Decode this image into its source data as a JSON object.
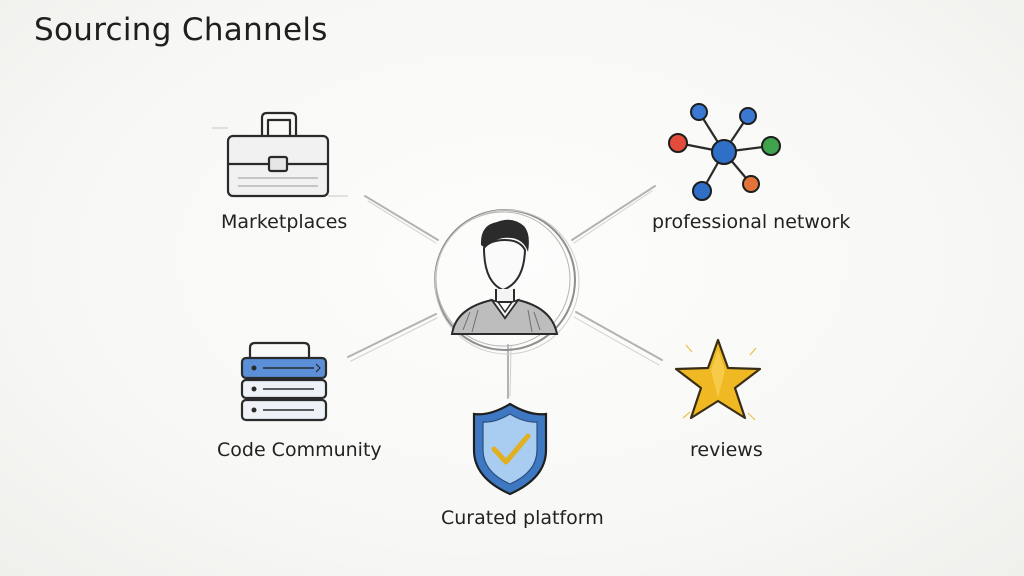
{
  "diagram": {
    "title": "Sourcing Channels",
    "center": {
      "icon": "person-icon"
    },
    "nodes": [
      {
        "label": "Marketplaces",
        "icon": "briefcase-icon"
      },
      {
        "label": "professional network",
        "icon": "network-icon"
      },
      {
        "label": "Code Community",
        "icon": "server-stack-icon"
      },
      {
        "label": "Curated platform",
        "icon": "shield-check-icon"
      },
      {
        "label": "reviews",
        "icon": "star-icon"
      }
    ]
  },
  "colors": {
    "ink": "#222222",
    "connector": "#b8b8b8",
    "node_blue": "#2f6fc6",
    "node_red": "#e24d3b",
    "node_green": "#3fa34d",
    "node_orange": "#e2743a",
    "shield_blue": "#4a83c9",
    "check_gold": "#e0b020",
    "star_gold": "#f0b923"
  }
}
